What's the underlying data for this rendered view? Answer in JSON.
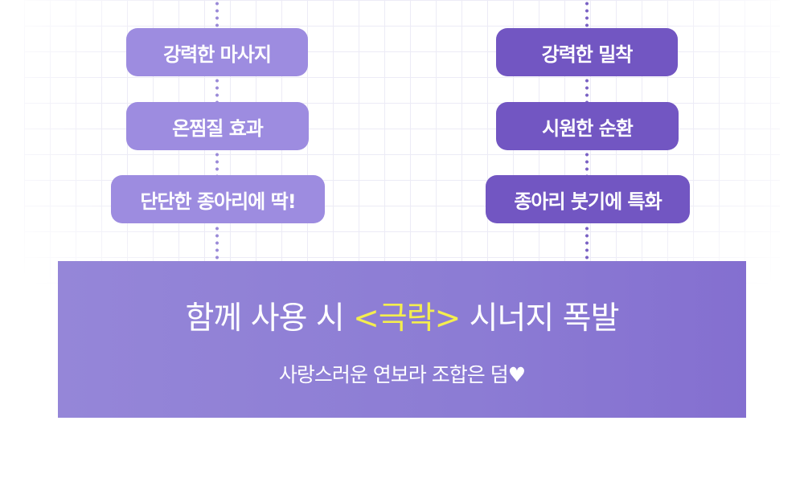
{
  "left_features": [
    "강력한 마사지",
    "온찜질 효과",
    "단단한 종아리에 딱!"
  ],
  "right_features": [
    "강력한 밀착",
    "시원한 순환",
    "종아리 붓기에 특화"
  ],
  "banner": {
    "headline_prefix": "함께 사용 시 ",
    "headline_highlight": "<극락>",
    "headline_suffix": " 시너지 폭발",
    "subline": "사랑스러운 연보라 조합은 덤",
    "heart": "♥"
  },
  "colors": {
    "left_pill": "#9d8ce0",
    "right_pill": "#7256c2",
    "banner": "#8c7cd4",
    "highlight": "#f4ee4e"
  }
}
